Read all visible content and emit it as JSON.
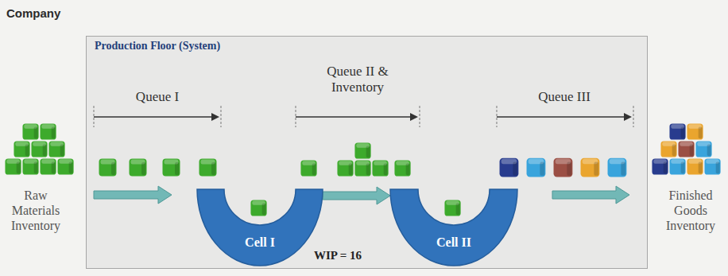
{
  "diagram": {
    "nodes": [
      {
        "text": [
          "Production Floor (System)"
        ]
      },
      {
        "text": [
          "Cell I"
        ],
        "in": 0
      },
      {
        "text": [
          "Cell II"
        ],
        "in": 0
      }
    ],
    "edges": [
      {
        "from": 1,
        "to": 2,
        "arrow": "to"
      }
    ],
    "labels": [
      "Company",
      "Raw Materials Inventory",
      "Queue I",
      "Queue II & Inventory",
      "Queue III",
      "WIP = 16",
      "Finished Goods Inventory"
    ]
  }
}
